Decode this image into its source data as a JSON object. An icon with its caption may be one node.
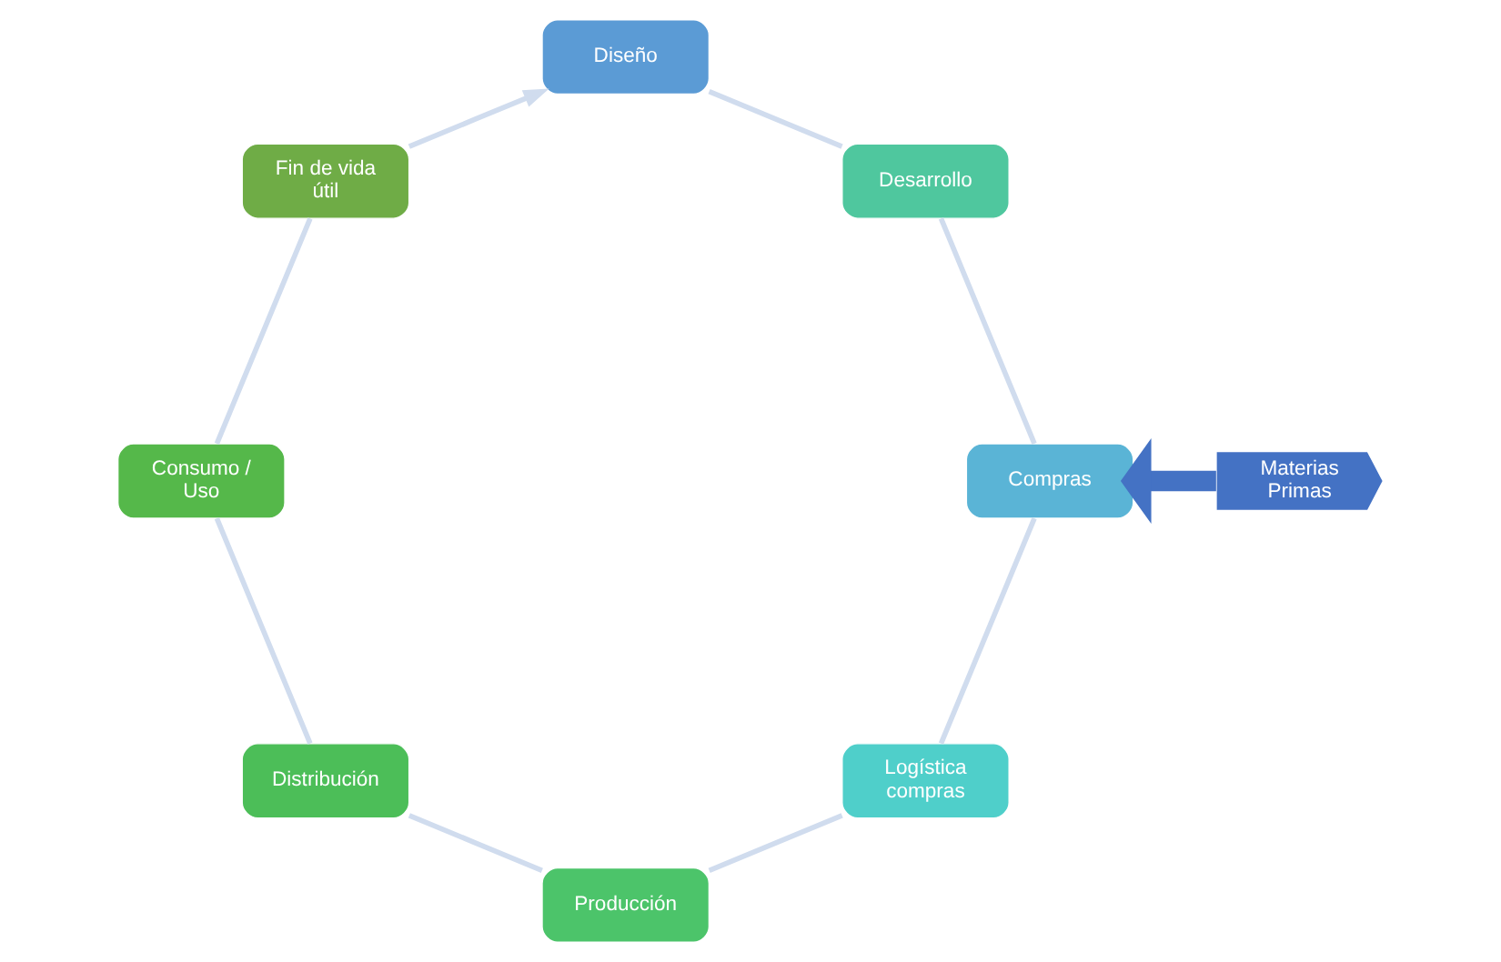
{
  "diagram": {
    "nodes": [
      {
        "text": [
          "Diseño"
        ]
      },
      {
        "text": [
          "Desarrollo"
        ]
      },
      {
        "text": [
          "Compras"
        ]
      },
      {
        "text": [
          "Logística compras"
        ]
      },
      {
        "text": [
          "Producción"
        ]
      },
      {
        "text": [
          "Distribución"
        ]
      },
      {
        "text": [
          "Consumo / Uso"
        ]
      },
      {
        "text": [
          "Fin de vida útil"
        ]
      },
      {
        "text": [
          "Materias Primas"
        ]
      }
    ],
    "edges": [
      {
        "from": 0,
        "to": 1,
        "arrow": "none"
      },
      {
        "from": 1,
        "to": 2,
        "arrow": "none"
      },
      {
        "from": 2,
        "to": 3,
        "arrow": "none"
      },
      {
        "from": 3,
        "to": 4,
        "arrow": "none"
      },
      {
        "from": 4,
        "to": 5,
        "arrow": "none"
      },
      {
        "from": 5,
        "to": 6,
        "arrow": "none"
      },
      {
        "from": 6,
        "to": 7,
        "arrow": "none"
      },
      {
        "from": 7,
        "to": 0,
        "arrow": "to"
      },
      {
        "from": 8,
        "to": 2,
        "arrow": "to",
        "style": "thick",
        "color": "#4472c4"
      }
    ]
  }
}
